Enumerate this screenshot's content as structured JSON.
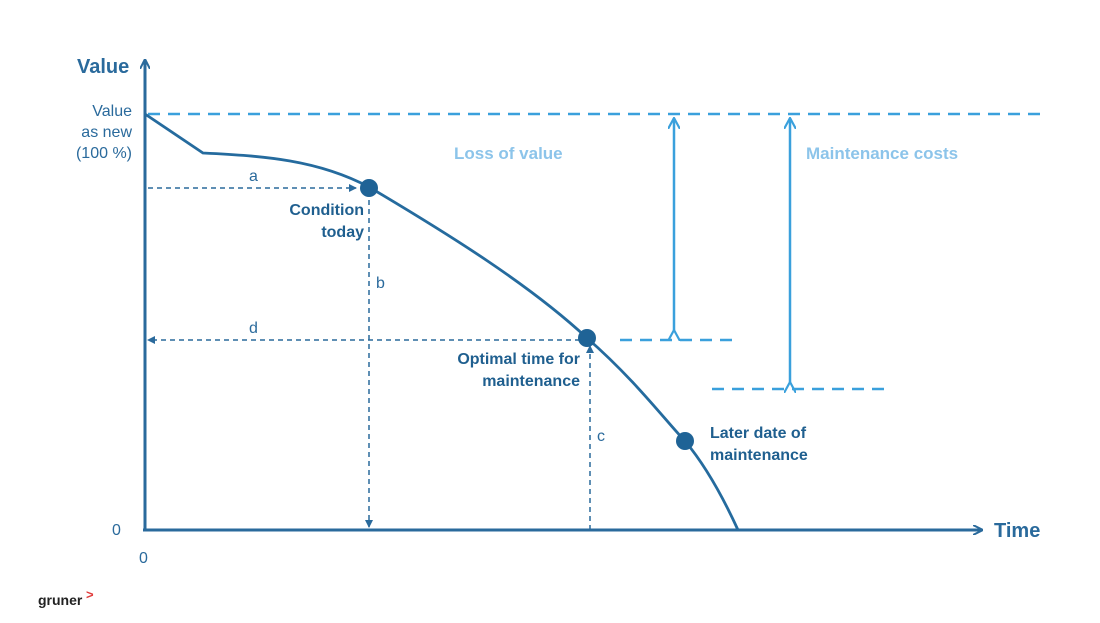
{
  "colors": {
    "axis": "#2a6a9c",
    "curve": "#256b9e",
    "points": "#1f6396",
    "dashed_light": "#3aa0dc",
    "label_light": "#8cc4ea",
    "logo_accent": "#e03a3a"
  },
  "axes": {
    "y_title": "Value",
    "x_title": "Time",
    "y_top_label": [
      "Value",
      "as new",
      "(100 %)"
    ],
    "y_zero": "0",
    "x_zero": "0"
  },
  "headers": {
    "loss_of_value": "Loss of value",
    "maintenance_costs": "Maintenance costs"
  },
  "points": {
    "condition_today": [
      "Condition",
      "today"
    ],
    "optimal_time": [
      "Optimal time for",
      "maintenance"
    ],
    "later_date": [
      "Later date of",
      "maintenance"
    ]
  },
  "distances": {
    "a": "a",
    "b": "b",
    "c": "c",
    "d": "d"
  },
  "logo": {
    "text": "gruner",
    "mark": ">"
  }
}
